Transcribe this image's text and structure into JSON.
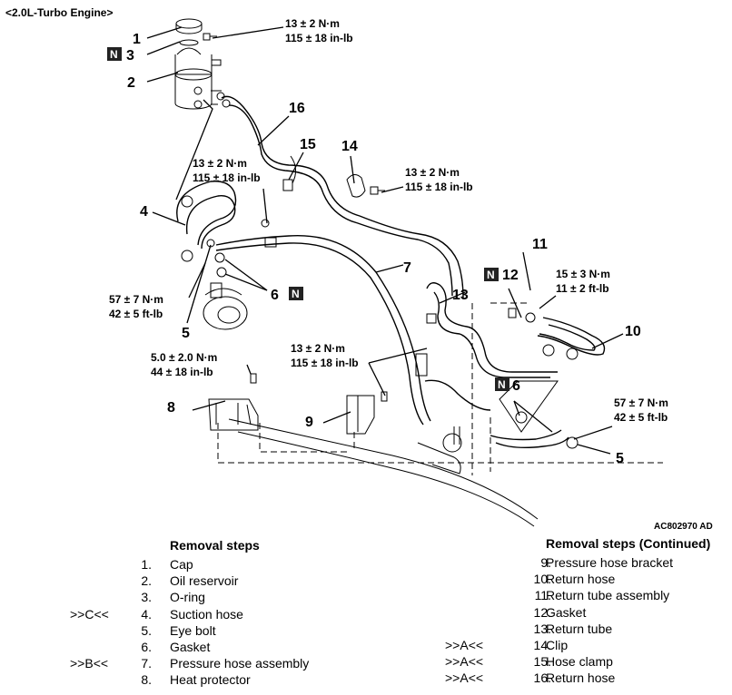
{
  "engine_label": "<2.0L-Turbo Engine>",
  "figure_code": "AC802970 AD",
  "new_part_marker": "N",
  "torques": {
    "t1": [
      "13 ± 2 N·m",
      "115 ± 18 in-lb"
    ],
    "t2": [
      "13 ± 2 N·m",
      "115 ± 18 in-lb"
    ],
    "t3": [
      "13 ± 2 N·m",
      "115 ± 18 in-lb"
    ],
    "t4": [
      "57 ± 7 N·m",
      "42 ± 5 ft-lb"
    ],
    "t5": [
      "15 ± 3 N·m",
      "11 ± 2 ft-lb"
    ],
    "t6": [
      "5.0 ± 2.0 N·m",
      "44 ± 18 in-lb"
    ],
    "t7": [
      "13 ± 2 N·m",
      "115 ± 18 in-lb"
    ],
    "t8": [
      "57 ± 7 N·m",
      "42 ± 5 ft-lb"
    ]
  },
  "callouts": [
    "1",
    "3",
    "2",
    "16",
    "15",
    "14",
    "4",
    "11",
    "12",
    "7",
    "6",
    "13",
    "10",
    "5",
    "8",
    "9",
    "6",
    "5"
  ],
  "left_list": {
    "title": "Removal steps",
    "items": [
      {
        "marker": "",
        "no": "1.",
        "text": "Cap"
      },
      {
        "marker": "",
        "no": "2.",
        "text": "Oil reservoir"
      },
      {
        "marker": "",
        "no": "3.",
        "text": "O-ring"
      },
      {
        "marker": ">>C<<",
        "no": "4.",
        "text": "Suction hose"
      },
      {
        "marker": "",
        "no": "5.",
        "text": "Eye bolt"
      },
      {
        "marker": "",
        "no": "6.",
        "text": "Gasket"
      },
      {
        "marker": ">>B<<",
        "no": "7.",
        "text": "Pressure hose assembly"
      },
      {
        "marker": "",
        "no": "8.",
        "text": "Heat protector"
      }
    ]
  },
  "right_list": {
    "title": "Removal steps (Continued)",
    "items": [
      {
        "marker": "",
        "no": "9.",
        "text": "Pressure hose bracket"
      },
      {
        "marker": "",
        "no": "10.",
        "text": "Return hose"
      },
      {
        "marker": "",
        "no": "11.",
        "text": "Return tube assembly"
      },
      {
        "marker": "",
        "no": "12.",
        "text": "Gasket"
      },
      {
        "marker": "",
        "no": "13.",
        "text": "Return tube"
      },
      {
        "marker": ">>A<<",
        "no": "14.",
        "text": "Clip"
      },
      {
        "marker": ">>A<<",
        "no": "15.",
        "text": "Hose clamp"
      },
      {
        "marker": ">>A<<",
        "no": "16.",
        "text": "Return hose"
      }
    ]
  }
}
